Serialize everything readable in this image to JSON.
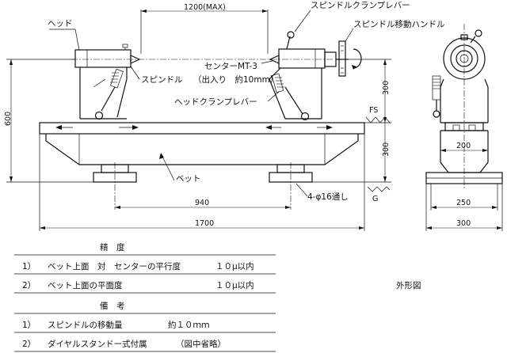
{
  "drawing": {
    "labels": {
      "head": "ヘッド",
      "spindle": "スピンドル",
      "spindle_clamp_lever": "スピンドルクランプレバー",
      "spindle_handle": "スピンドル移動ハンドル",
      "center": "センターMT-3",
      "stroke": "（出入り　約10mm）",
      "head_clamp_lever": "ヘッドクランプレバー",
      "bed": "ベット",
      "holes": "4-φ16通し",
      "fs": "FS",
      "g": "G"
    },
    "dimensions": {
      "max_length": "1200(MAX)",
      "height_total": "600",
      "height_upper": "300",
      "height_lower": "300",
      "hole_pitch": "940",
      "bed_length": "1700",
      "side_width_top": "200",
      "side_width_mid": "250",
      "side_width_bottom": "300"
    },
    "view_caption": "外形図"
  },
  "notes": {
    "accuracy": {
      "heading": "精　度",
      "rows": [
        {
          "num": "1）",
          "text": "ベット上面　対　センターの平行度",
          "value": "１０μ以内"
        },
        {
          "num": "2）",
          "text": "ベット上面の平面度",
          "value": "１０μ以内"
        }
      ]
    },
    "remarks": {
      "heading": "備　考",
      "rows": [
        {
          "num": "1）",
          "text": "スピンドルの移動量",
          "value": "約１０ｍｍ"
        },
        {
          "num": "2）",
          "text": "ダイヤルスタンドー式付属",
          "value": "（図中省略）"
        }
      ]
    }
  }
}
